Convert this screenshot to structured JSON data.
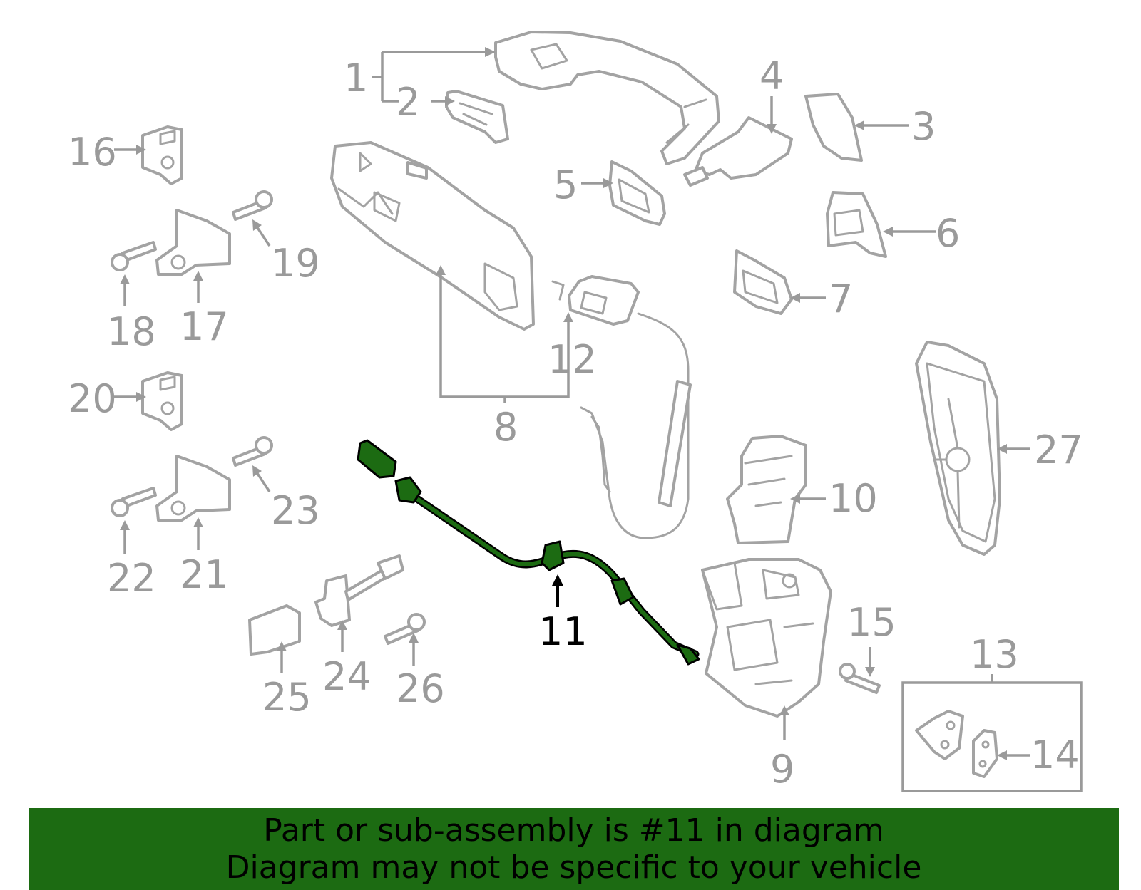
{
  "labels": {
    "l1": "1",
    "l2": "2",
    "l3": "3",
    "l4": "4",
    "l5": "5",
    "l6": "6",
    "l7": "7",
    "l8": "8",
    "l9": "9",
    "l10": "10",
    "l11": "11",
    "l12": "12",
    "l13": "13",
    "l14": "14",
    "l15": "15",
    "l16": "16",
    "l17": "17",
    "l18": "18",
    "l19": "19",
    "l20": "20",
    "l21": "21",
    "l22": "22",
    "l23": "23",
    "l24": "24",
    "l25": "25",
    "l26": "26",
    "l27": "27"
  },
  "highlight": {
    "part_number": "11",
    "color": "#1c6b12"
  },
  "banner": {
    "line1": "Part or sub-assembly is #11 in diagram",
    "line2": "Diagram may not be specific to your vehicle",
    "background": "#1c6b12"
  }
}
